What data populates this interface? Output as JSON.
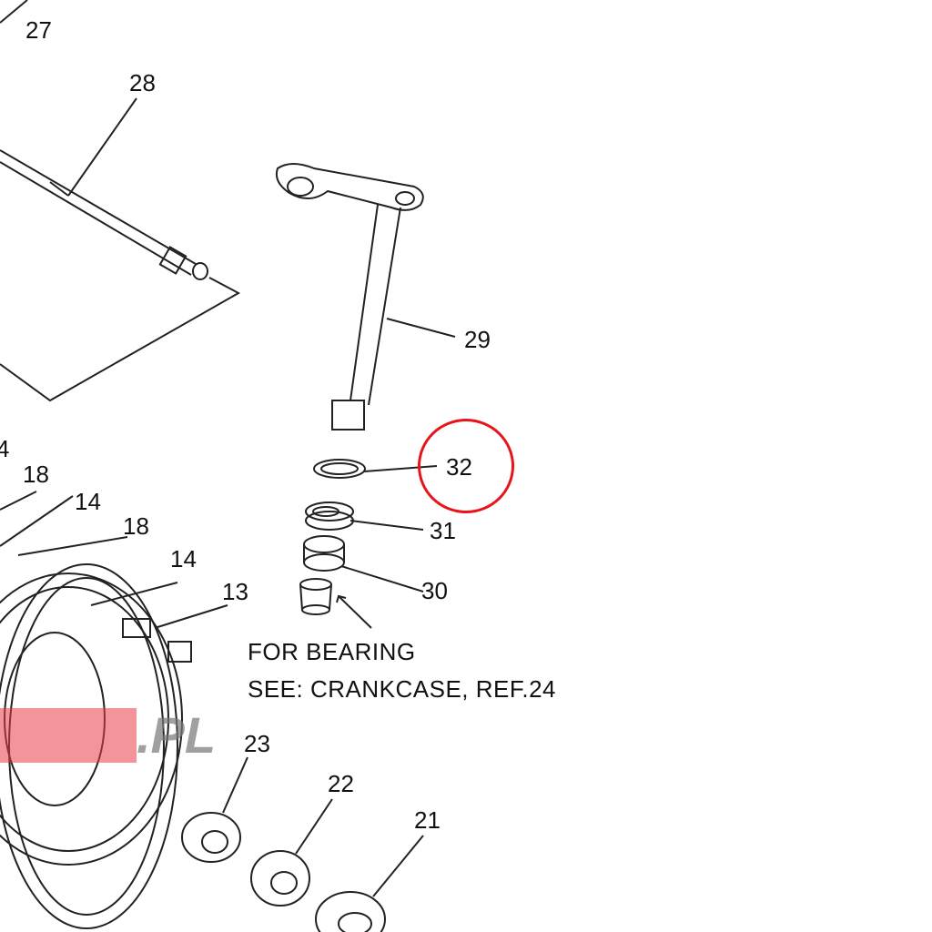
{
  "callouts": {
    "c27": "27",
    "c28": "28",
    "c29": "29",
    "c32": "32",
    "c31": "31",
    "c30": "30",
    "c4": "4",
    "c18a": "18",
    "c14a": "14",
    "c18b": "18",
    "c14b": "14",
    "c13": "13",
    "c23": "23",
    "c22": "22",
    "c21": "21"
  },
  "note": {
    "line1": "FOR BEARING",
    "line2": "SEE: CRANKCASE, REF.24"
  },
  "highlight": {
    "target": "32",
    "color": "#e8141c"
  },
  "watermark": {
    "text": ".PL"
  }
}
